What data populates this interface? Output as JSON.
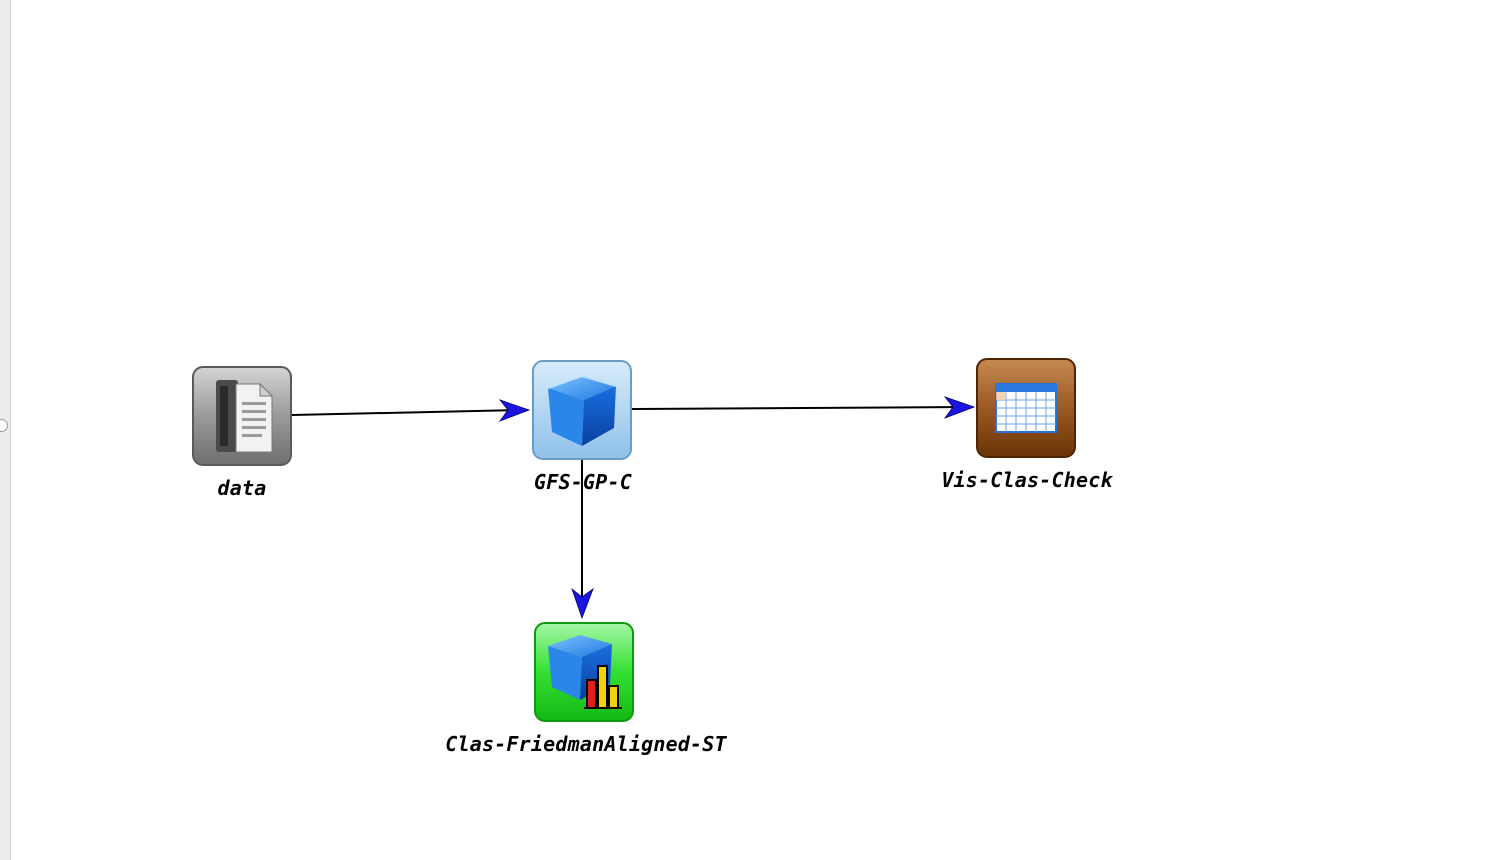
{
  "canvas": {
    "nodes": [
      {
        "id": "data",
        "label": "data",
        "kind": "dataset",
        "icon": "document-dataset-icon",
        "color": "#8c8c8c"
      },
      {
        "id": "gfs",
        "label": "GFS-GP-C",
        "kind": "method",
        "icon": "blue-cube-icon",
        "color": "#9cc8ec"
      },
      {
        "id": "vis",
        "label": "Vis-Clas-Check",
        "kind": "visualization",
        "icon": "table-grid-icon",
        "color": "#8b4a12"
      },
      {
        "id": "stat",
        "label": "Clas-FriedmanAligned-ST",
        "kind": "statistical-test",
        "icon": "cube-bar-chart-icon",
        "color": "#33e033"
      }
    ],
    "edges": [
      {
        "from": "data",
        "to": "gfs"
      },
      {
        "from": "gfs",
        "to": "vis"
      },
      {
        "from": "gfs",
        "to": "stat"
      }
    ],
    "arrow_color": "#1a16e0",
    "line_color": "#000000"
  }
}
